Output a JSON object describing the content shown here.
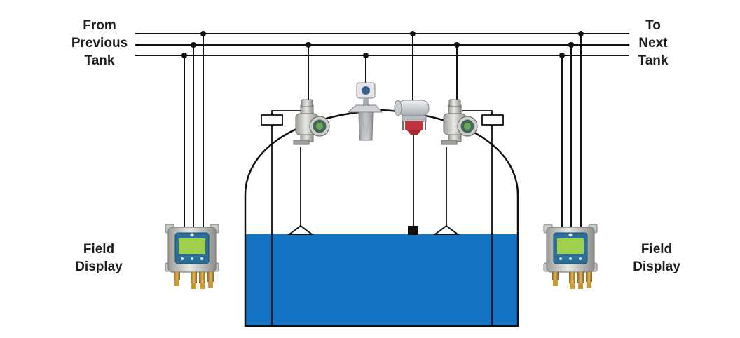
{
  "labels": {
    "from_previous_tank": [
      "From",
      "Previous",
      "Tank"
    ],
    "to_next_tank": [
      "To",
      "Next",
      "Tank"
    ],
    "field_display_left": [
      "Field",
      "Display"
    ],
    "field_display_right": [
      "Field",
      "Display"
    ]
  },
  "colors": {
    "line": "#111111",
    "tank_liquid": "#1474c4",
    "device_body": "#d9dcd7",
    "display_screen": "#9fd04a",
    "brass_gland": "#c99a35",
    "radar_horn": "#b9bdc1",
    "servo_red": "#c2343c"
  },
  "icons": {
    "field_display": "field-display-unit-icon",
    "level_transmitter": "level-transmitter-icon",
    "radar_gauge": "radar-level-gauge-icon",
    "servo_gauge": "servo-level-gauge-icon",
    "float": "float-icon",
    "displacer": "displacer-icon"
  }
}
